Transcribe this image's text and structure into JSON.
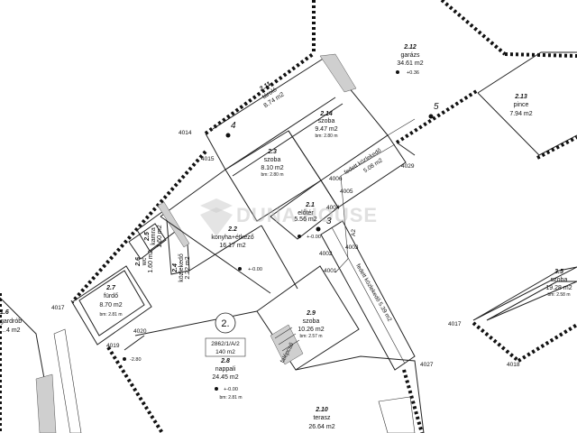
{
  "watermark": "DUNA HOUSE",
  "rooms": {
    "r212": {
      "num": "2.12",
      "name": "garázs",
      "area": "34.61 m2",
      "level": "+0.36"
    },
    "r213": {
      "num": "2.13",
      "name": "pince",
      "area": "7.94 m2"
    },
    "r211": {
      "num": "2.11",
      "name": "tároló",
      "area": "8.74 m2"
    },
    "r214": {
      "num": "2.14",
      "name": "szoba",
      "area": "9.47 m2",
      "bm": "bm: 2.80 m"
    },
    "r23": {
      "num": "2.3",
      "name": "szoba",
      "area": "8.10 m2",
      "bm": "bm: 2.80 m"
    },
    "r21": {
      "num": "2.1",
      "name": "előtér",
      "area": "5.56 m2",
      "level": "+-0.00"
    },
    "r22": {
      "num": "2.2",
      "name": "konyha+étkező",
      "area": "16.17 m2",
      "level": "+-0.00"
    },
    "r25": {
      "num": "2.5",
      "name": "kamra",
      "area": "1.60 m2"
    },
    "r26": {
      "num": "2.6",
      "name": "wc",
      "area": "1.60 m2"
    },
    "r24": {
      "num": "2.4",
      "name": "közlekedő",
      "area": "2.22 m2"
    },
    "r27": {
      "num": "2.7",
      "name": "fürdő",
      "area": "8.70 m2",
      "bm": "bm: 2.81 m"
    },
    "r29": {
      "num": "2.9",
      "name": "szoba",
      "area": "10.26 m2",
      "bm": "bm: 2.57 m"
    },
    "r28": {
      "num": "2.8",
      "name": "nappali",
      "area": "24.45 m2",
      "level": "+-0.00",
      "bm": "bm: 2.81 m"
    },
    "r210": {
      "num": "2.10",
      "name": "terasz",
      "area": "26.64 m2"
    },
    "r35": {
      "num": "3.5",
      "name": "szoba",
      "area": "19.28 m2",
      "bm": "bm: 2.58 m"
    },
    "r16": {
      "num": "1.6",
      "name": "gardrób",
      "area": "…4 m2"
    }
  },
  "corridors": {
    "upper": {
      "name": "fedett közlekedő",
      "area": "5.08 m2"
    },
    "lower": {
      "name": "fedett közlekedő",
      "area": "5.39 m2"
    },
    "stair": "falépcső"
  },
  "parcel_box": {
    "line1": "2862/1/A/2",
    "line2": "140 m2"
  },
  "unit_marker": "2.",
  "axes": {
    "a4": "4",
    "a5": "5",
    "a3": "3",
    "a2": "A2"
  },
  "points": {
    "p4014": "4014",
    "p4015": "4015",
    "p4006": "4006",
    "p4005": "4005",
    "p4004": "4004",
    "p4003": "4003",
    "p4002": "4002",
    "p4001": "4001",
    "p4029": "4029",
    "p4017a": "4017",
    "p4019": "4019",
    "p4020": "4020",
    "p4027": "4027",
    "p4017b": "4017",
    "p4018": "4018"
  },
  "levels": {
    "lvl_minus280": "-2.80"
  }
}
